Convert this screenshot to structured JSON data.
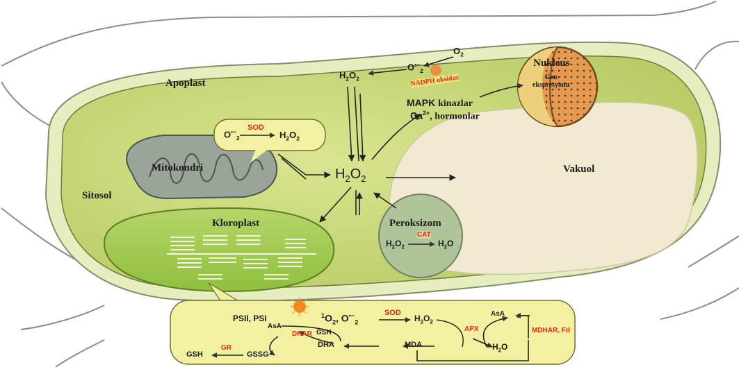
{
  "compartments": {
    "apoplast": "Apoplast",
    "sitosol": "Sitosol",
    "mitokondri": "Mitokondri",
    "kloroplast": "Kloroplast",
    "vakuol": "Vakuol",
    "nukleus": "Nukleus",
    "peroksizom": "Peroksizom"
  },
  "nucleus": {
    "gen_line1": "Gen",
    "gen_line2": "ekspresyonu"
  },
  "signaling": {
    "mapk": "MAPK",
    "kinazlar": "kinazlar",
    "ca": "Ca",
    "ca_charge": "2+",
    "hormonlar": "hormonlar"
  },
  "membrane": {
    "o2": "O",
    "o2_sub": "2",
    "superoxide": "O",
    "superoxide_sup": "•−",
    "superoxide_sub": "2",
    "h2o2_h": "H",
    "h2o2_sub1": "2",
    "h2o2_o": "O",
    "h2o2_sub2": "2",
    "nadph": "NADPH oksidaz"
  },
  "central": {
    "h": "H",
    "s1": "2",
    "o": "O",
    "s2": "2"
  },
  "mito_box": {
    "o2": "O",
    "o2_sup": "•−",
    "o2_sub": "2",
    "enzyme": "SOD",
    "h2o2_h": "H",
    "h2o2_s1": "2",
    "h2o2_o": "O",
    "h2o2_s2": "2"
  },
  "peroxisome": {
    "enzyme": "CAT",
    "h2o2_h": "H",
    "h2o2_s1": "2",
    "h2o2_o": "O",
    "h2o2_s2": "2",
    "h2o_h": "H",
    "h2o_s": "2",
    "h2o_o": "O"
  },
  "chloro_box": {
    "psii": "PSII, PSI",
    "singlet": "O",
    "singlet_pre": "1",
    "singlet_sub": "2",
    "comma": ",",
    "superoxide": "O",
    "superoxide_sup": "•−",
    "superoxide_sub": "2",
    "sod": "SOD",
    "h2o2_h": "H",
    "h2o2_s1": "2",
    "h2o2_o": "O",
    "h2o2_s2": "2",
    "asa_right": "AsA",
    "apx": "APX",
    "h2o_h": "H",
    "h2o_s": "2",
    "h2o_o": "O",
    "mdhar": "MDHAR, Fd",
    "mda": "MDA",
    "dha": "DHA",
    "gsh_mid": "GSH",
    "asa_left": "AsA",
    "dhar": "DHAR",
    "gssg": "GSSG",
    "gr": "GR",
    "gsh_left": "GSH"
  },
  "colors": {
    "cell_fill": "#cbd97e",
    "vacuole_fill": "#f1ead0",
    "nucleus_fill": "#e59a52",
    "enzyme_red": "#e8231b",
    "box_fill": "#f2f1a0"
  }
}
